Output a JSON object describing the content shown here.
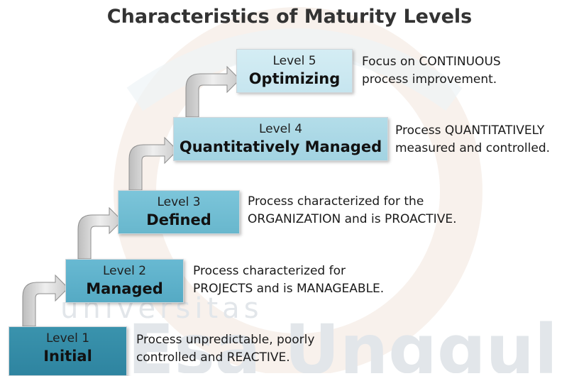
{
  "title": "Characteristics of Maturity Levels",
  "levels": [
    {
      "level": "Level 1",
      "name": "Initial",
      "desc_line1": "Process unpredictable, poorly",
      "desc_line2": "controlled and REACTIVE."
    },
    {
      "level": "Level 2",
      "name": "Managed",
      "desc_line1": "Process characterized for",
      "desc_line2": "PROJECTS and is MANAGEABLE."
    },
    {
      "level": "Level 3",
      "name": "Defined",
      "desc_line1": "Process characterized for the",
      "desc_line2": "ORGANIZATION and is PROACTIVE."
    },
    {
      "level": "Level 4",
      "name": "Quantitatively Managed",
      "desc_line1": "Process QUANTITATIVELY",
      "desc_line2": "measured and controlled."
    },
    {
      "level": "Level 5",
      "name": "Optimizing",
      "desc_line1": "Focus on CONTINUOUS",
      "desc_line2": "process improvement."
    }
  ],
  "watermark": {
    "line1": "universitas",
    "line2": "Esa Unggul"
  },
  "colors": {
    "level1": "#3a93ad",
    "level2": "#68b9d2",
    "level3": "#7cc5da",
    "level4": "#b3dde9",
    "level5": "#d4edf4",
    "arrow": "#c8c8c8"
  }
}
